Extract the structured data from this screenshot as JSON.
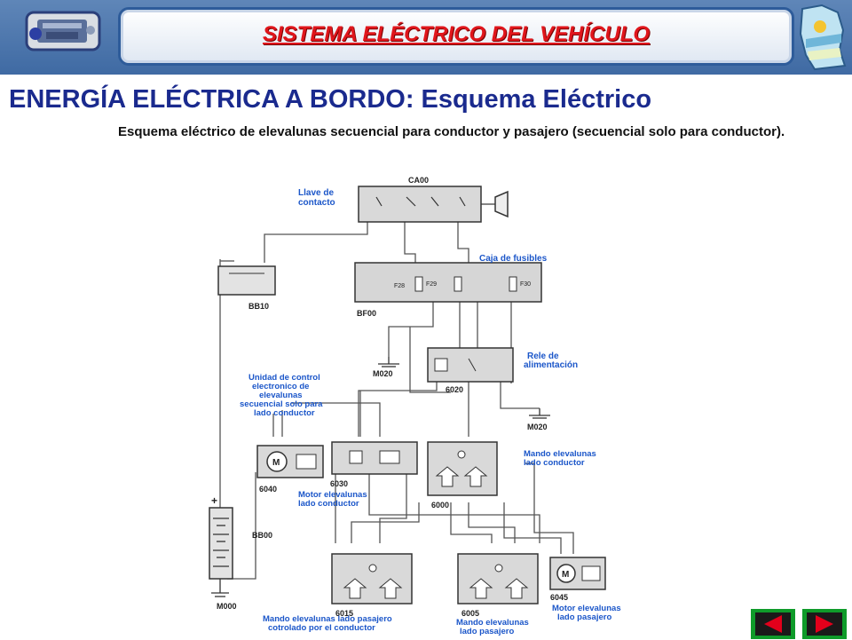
{
  "header": {
    "title": "SISTEMA ELÉCTRICO DEL VEHÍCULO",
    "left_logo_icon": "engine-logo-icon",
    "right_logo_icon": "map-logo-icon"
  },
  "content": {
    "heading": "ENERGÍA ELÉCTRICA A BORDO: Esquema Eléctrico",
    "description": "Esquema eléctrico de elevalunas secuencial para conductor y pasajero (secuencial solo para conductor)."
  },
  "diagram": {
    "labels": {
      "llave": [
        "Llave de",
        "contacto"
      ],
      "ca00": "CA00",
      "caja": "Caja de fusibles",
      "bb10": "BB10",
      "bf00": "BF00",
      "f28": "F28",
      "f29": "F29",
      "f30": "F30",
      "m020a": "M020",
      "m020b": "M020",
      "rele": [
        "Rele de",
        "alimentación"
      ],
      "r6020": "6020",
      "unidad": [
        "Unidad de control",
        "electronico de",
        "elevalunas",
        "secuencial solo para",
        "lado conductor"
      ],
      "r6040": "6040",
      "r6030": "6030",
      "r6000": "6000",
      "motor_cond": [
        "Motor elevalunas",
        "lado conductor"
      ],
      "mando_cond": [
        "Mando elevalunas",
        "lado conductor"
      ],
      "bb00": "BB00",
      "m000": "M000",
      "r6015": "6015",
      "r6005": "6005",
      "r6045": "6045",
      "mando_pas_ctrl": [
        "Mando elevalunas lado pasajero",
        "cotrolado por el conductor"
      ],
      "mando_pas": [
        "Mando elevalunas",
        "lado pasajero"
      ],
      "motor_pas": [
        "Motor elevalunas",
        "lado pasajero"
      ]
    }
  },
  "nav": {
    "prev_icon": "triangle-left-icon",
    "next_icon": "triangle-right-icon"
  },
  "colors": {
    "title_red": "#e0161c",
    "heading_blue": "#1a2a8e",
    "label_blue": "#1b56c9",
    "nav_green": "#0f9b2a",
    "nav_red": "#e3001b"
  }
}
